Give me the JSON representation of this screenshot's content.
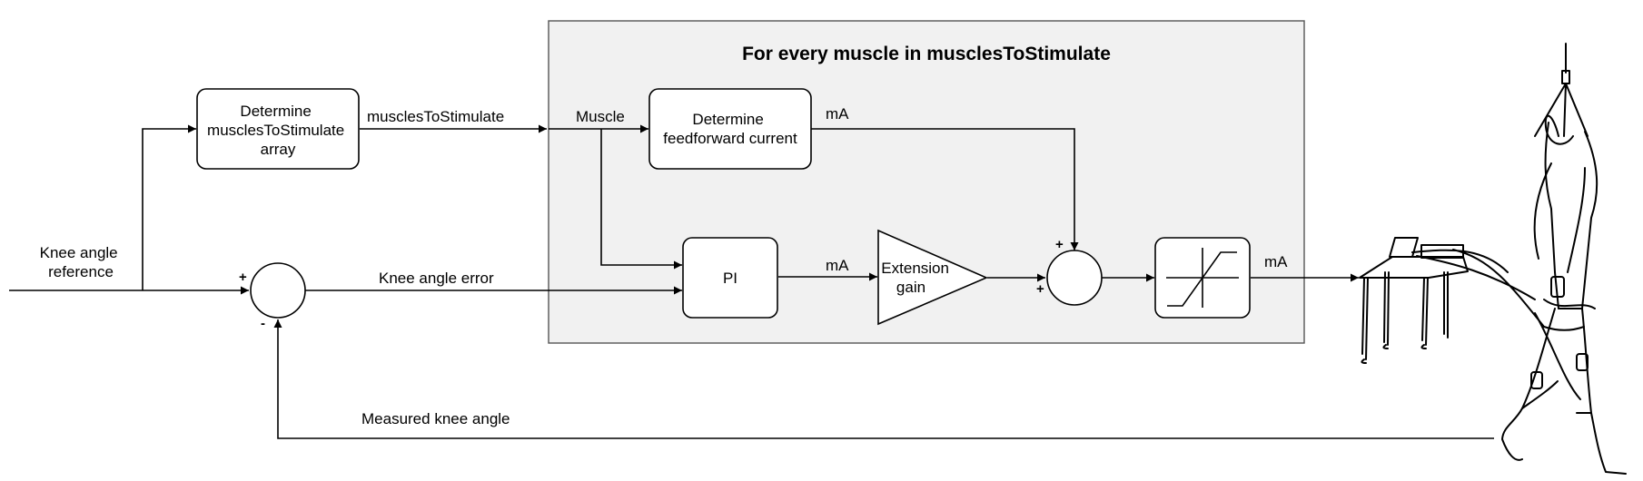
{
  "loop": {
    "title": "For every muscle in musclesToStimulate",
    "background_color": "#f1f1f1"
  },
  "blocks": {
    "determine_muscles": [
      "Determine",
      "musclesToStimulate",
      "array"
    ],
    "feedforward": [
      "Determine",
      "feedforward current"
    ],
    "pi": "PI",
    "extension_gain": [
      "Extension",
      "gain"
    ]
  },
  "signals": {
    "knee_angle_reference": [
      "Knee angle",
      "reference"
    ],
    "muscles_to_stimulate": "musclesToStimulate",
    "muscle": "Muscle",
    "ff_ma": "mA",
    "pi_ma": "mA",
    "out_ma": "mA",
    "knee_angle_error": "Knee angle error",
    "measured_knee_angle": "Measured knee angle"
  },
  "summers": {
    "error_plus": "+",
    "error_minus": "-",
    "sum_top_plus": "+",
    "sum_left_plus": "+"
  },
  "icons": {
    "saturation": "saturation-icon",
    "test_setup": "person-stimulation-setup-illustration"
  }
}
